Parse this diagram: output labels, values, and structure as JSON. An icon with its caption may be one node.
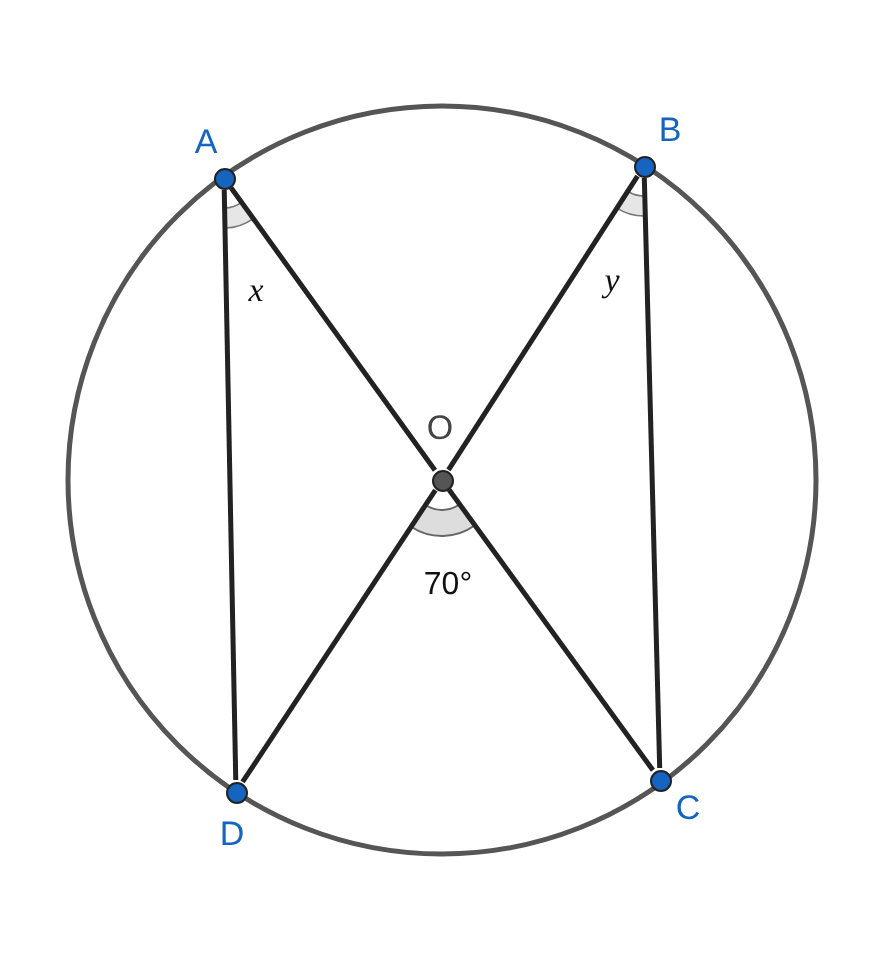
{
  "diagram": {
    "nodes": [
      {
        "text": [
          "A"
        ]
      },
      {
        "text": [
          "B"
        ]
      },
      {
        "text": [
          "O"
        ]
      },
      {
        "text": [
          "D"
        ]
      },
      {
        "text": [
          "C"
        ]
      }
    ],
    "edges": [
      {
        "from": 0,
        "to": 3,
        "arrow": "none"
      },
      {
        "from": 0,
        "to": 2,
        "arrow": "none"
      },
      {
        "from": 2,
        "to": 4,
        "arrow": "none"
      },
      {
        "from": 1,
        "to": 2,
        "arrow": "none"
      },
      {
        "from": 2,
        "to": 3,
        "arrow": "none"
      },
      {
        "from": 1,
        "to": 4,
        "arrow": "none"
      }
    ],
    "labels": [
      "x",
      "y",
      "70°"
    ]
  }
}
